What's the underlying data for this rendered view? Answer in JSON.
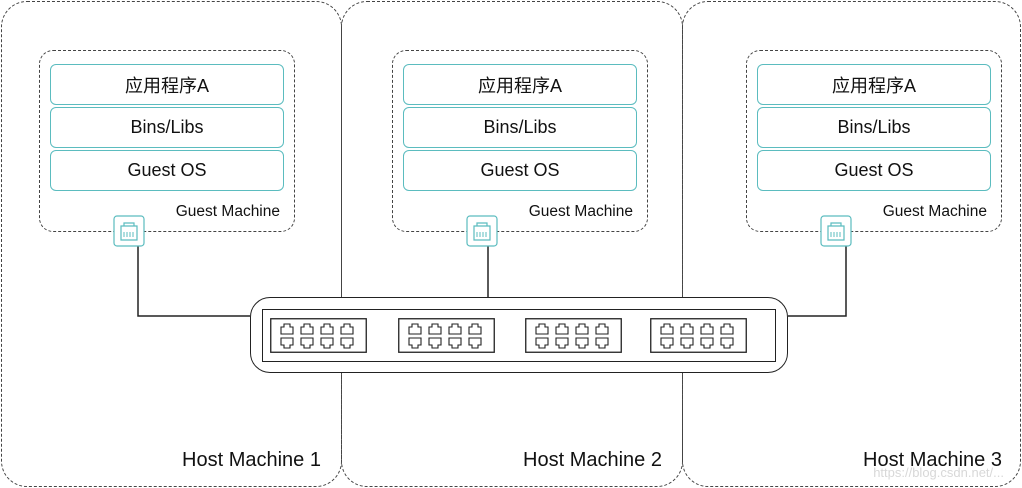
{
  "hosts": [
    {
      "label": "Host Machine 1",
      "guest": {
        "label": "Guest Machine",
        "layers": [
          "应用程序A",
          "Bins/Libs",
          "Guest OS"
        ]
      }
    },
    {
      "label": "Host Machine 2",
      "guest": {
        "label": "Guest Machine",
        "layers": [
          "应用程序A",
          "Bins/Libs",
          "Guest OS"
        ]
      }
    },
    {
      "label": "Host Machine 3",
      "guest": {
        "label": "Guest Machine",
        "layers": [
          "应用程序A",
          "Bins/Libs",
          "Guest OS"
        ]
      }
    }
  ],
  "switch": {
    "port_groups": 4,
    "ports_per_row": 4,
    "rows": 2
  },
  "colors": {
    "layer_border": "#5bbcbf",
    "line": "#222222",
    "dash": "#444444"
  },
  "watermark": "https://blog.csdn.net/..."
}
